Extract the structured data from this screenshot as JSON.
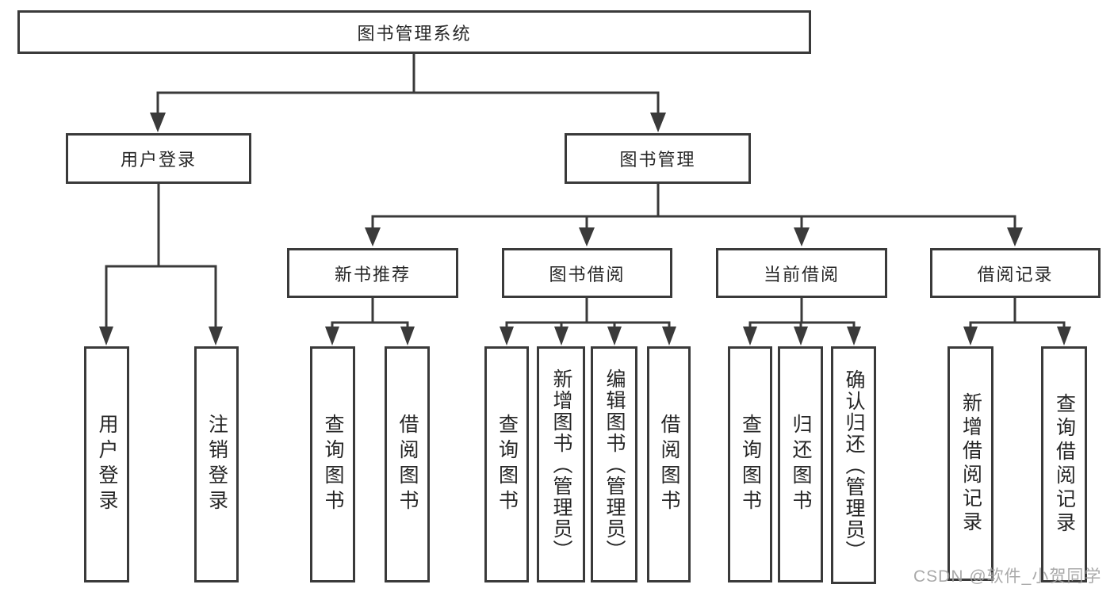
{
  "root": {
    "label": "图书管理系统"
  },
  "level1": {
    "user_login": {
      "label": "用户登录"
    },
    "book_management": {
      "label": "图书管理"
    }
  },
  "level2": {
    "new_book_recommend": {
      "label": "新书推荐"
    },
    "book_borrow": {
      "label": "图书借阅"
    },
    "current_borrow": {
      "label": "当前借阅"
    },
    "borrow_records": {
      "label": "借阅记录"
    }
  },
  "leaves": {
    "user_login": [
      "用户登录",
      "注销登录"
    ],
    "new_book_recommend": [
      "查询图书",
      "借阅图书"
    ],
    "book_borrow": [
      "查询图书",
      "新增图书（管理员）",
      "编辑图书（管理员）",
      "借阅图书"
    ],
    "current_borrow": [
      "查询图书",
      "归还图书",
      "确认归还（管理员）"
    ],
    "borrow_records": [
      "新增借阅记录",
      "查询借阅记录"
    ]
  },
  "watermark": "CSDN @软件_小贺同学",
  "colors": {
    "line": "#3a3a3a",
    "text": "#262626",
    "background": "#ffffff",
    "watermark": "#a0a0a0"
  }
}
